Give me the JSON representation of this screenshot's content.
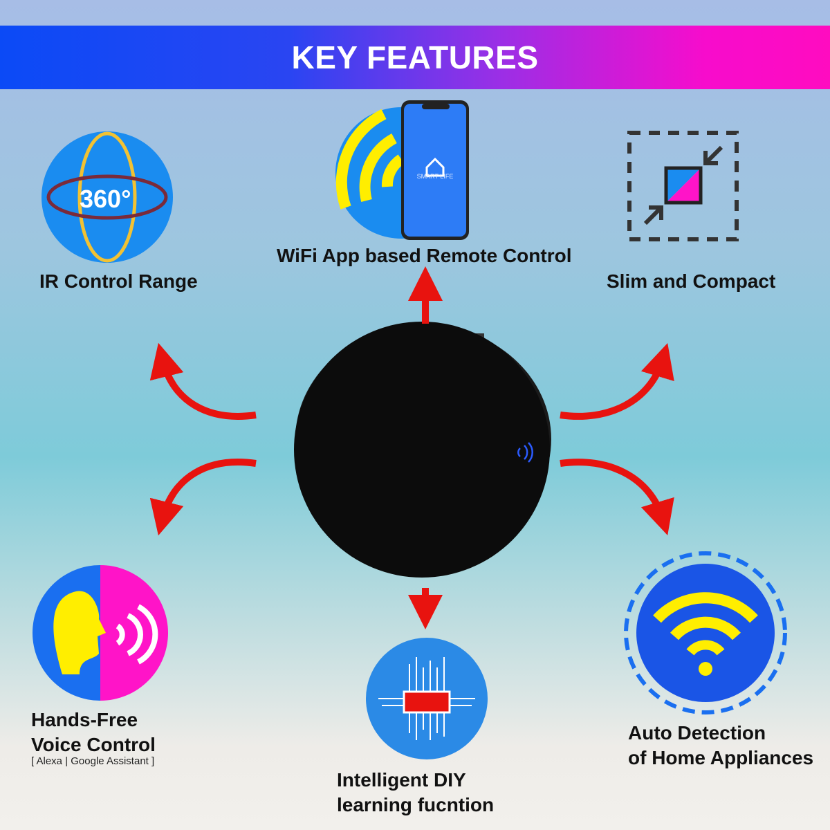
{
  "banner": {
    "title": "KEY FEATURES"
  },
  "features": [
    {
      "label": "IR Control Range",
      "icon": "360-rotation-icon",
      "badge": "360°"
    },
    {
      "label": "WiFi App based Remote Control",
      "icon": "smartphone-wifi-icon",
      "app_name": "SMART LIFE"
    },
    {
      "label": "Slim and Compact",
      "icon": "compact-size-icon"
    },
    {
      "label_line1": "Hands-Free",
      "label_line2": "Voice Control",
      "sub": "[ Alexa | Google Assistant ]",
      "icon": "voice-icon"
    },
    {
      "label_line1": "Intelligent DIY",
      "label_line2": "learning fucntion",
      "icon": "chip-icon"
    },
    {
      "label_line1": "Auto Detection",
      "label_line2": "of Home Appliances",
      "icon": "wifi-detection-icon"
    }
  ],
  "colors": {
    "arrow": "#e8130f",
    "yellow": "#ffee00",
    "blue": "#1a8cf0",
    "magenta": "#ff14c8"
  }
}
